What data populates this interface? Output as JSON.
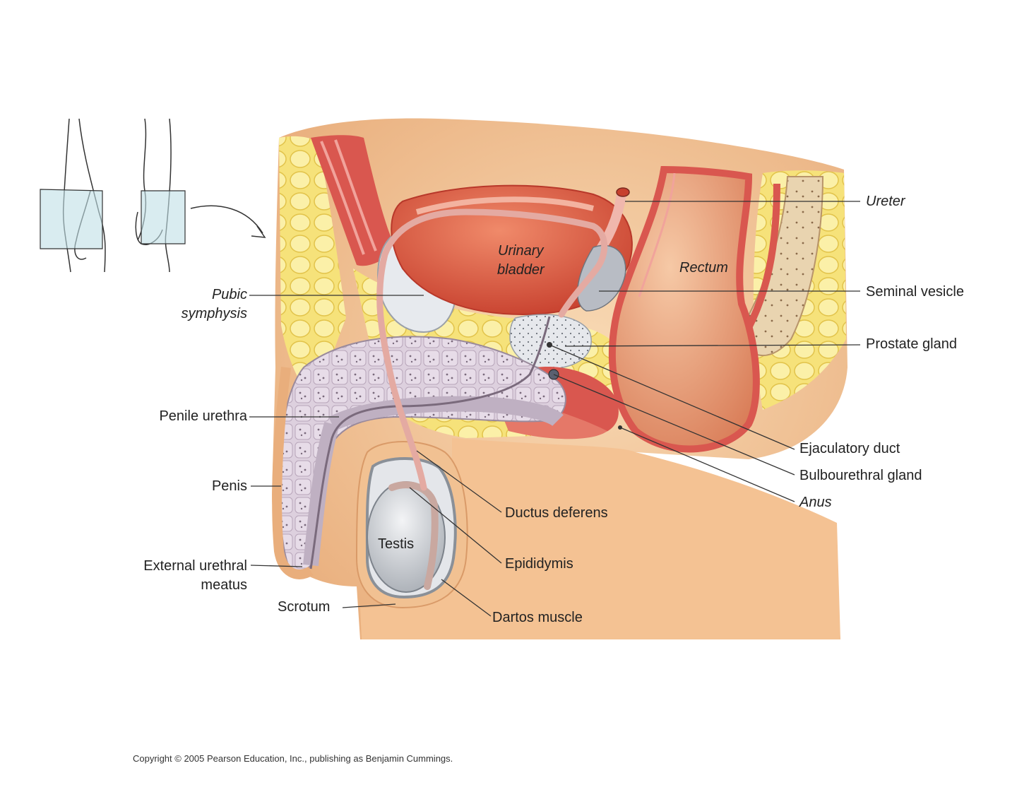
{
  "labels": {
    "ureter": "Ureter",
    "urinary_bladder_1": "Urinary",
    "urinary_bladder_2": "bladder",
    "rectum": "Rectum",
    "seminal_vesicle": "Seminal vesicle",
    "prostate_gland": "Prostate gland",
    "pubic_symphysis_1": "Pubic",
    "pubic_symphysis_2": "symphysis",
    "penile_urethra": "Penile urethra",
    "penis": "Penis",
    "external_urethral_meatus_1": "External urethral",
    "external_urethral_meatus_2": "meatus",
    "scrotum": "Scrotum",
    "testis": "Testis",
    "ductus_deferens": "Ductus deferens",
    "epididymis": "Epididymis",
    "dartos_muscle": "Dartos muscle",
    "ejaculatory_duct": "Ejaculatory duct",
    "bulbourethral_gland": "Bulbourethral gland",
    "anus": "Anus"
  },
  "copyright": "Copyright © 2005 Pearson Education, Inc., publishing as Benjamin Cummings.",
  "colors": {
    "skin": "#f3c79a",
    "skin_dark": "#e0a070",
    "muscle": "#d9574f",
    "bladder": "#d6543f",
    "fat": "#f6e27a",
    "erectile": "#d8c8d8",
    "testis": "#cfd3d8",
    "leader": "#333333"
  }
}
